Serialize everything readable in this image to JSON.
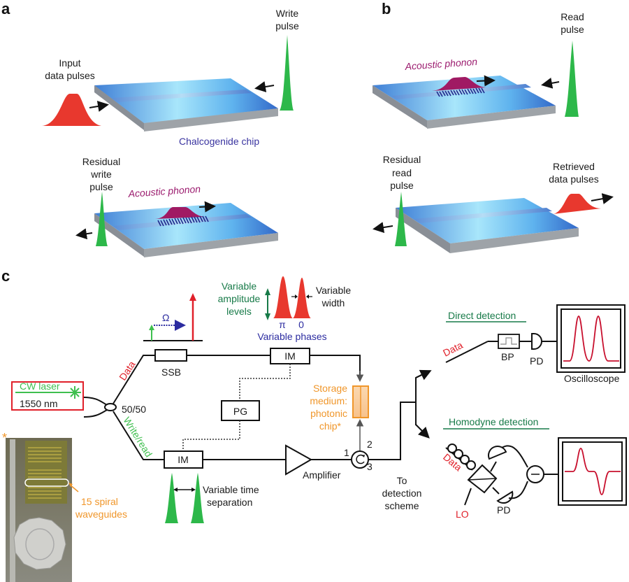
{
  "panels": {
    "a": {
      "label": "a",
      "write_pulse": [
        "Write",
        "pulse"
      ],
      "input_pulses": [
        "Input",
        "data pulses"
      ],
      "chip_label": "Chalcogenide chip",
      "residual_write": [
        "Residual",
        "write",
        "pulse"
      ],
      "acoustic_phonon": "Acoustic phonon"
    },
    "b": {
      "label": "b",
      "read_pulse": [
        "Read",
        "pulse"
      ],
      "acoustic_phonon": "Acoustic phonon",
      "residual_read": [
        "Residual",
        "read",
        "pulse"
      ],
      "retrieved": [
        "Retrieved",
        "data pulses"
      ]
    },
    "c": {
      "label": "c",
      "laser": [
        "CW laser",
        "1550 nm"
      ],
      "splitter": "50/50",
      "branch_data": "Data",
      "branch_writeread": "Write/read",
      "omega": "Ω",
      "ssb": "SSB",
      "im_top": "IM",
      "im_bottom": "IM",
      "pg": "PG",
      "amplitude": [
        "Variable",
        "amplitude",
        "levels"
      ],
      "width": [
        "Variable",
        "width"
      ],
      "phase_pi": "π",
      "phase_0": "0",
      "phases": "Variable phases",
      "storage": [
        "Storage",
        "medium:",
        "photonic",
        "chip*"
      ],
      "port1": "1",
      "port2": "2",
      "port3": "3",
      "amplifier": "Amplifier",
      "to_detection": [
        "To",
        "detection",
        "scheme"
      ],
      "time_sep": [
        "Variable time",
        "separation"
      ],
      "spiral": [
        "15 spiral",
        "waveguides"
      ],
      "asterisk": "*",
      "direct_detection": "Direct detection",
      "data_direct": "Data",
      "bp": "BP",
      "pd_direct": "PD",
      "oscilloscope": "Oscilloscope",
      "homodyne_detection": "Homodyne detection",
      "data_homodyne": "Data",
      "lo": "LO",
      "pd_homodyne": "PD"
    }
  },
  "colors": {
    "data_red": "#e8382e",
    "pulse_green": "#2db84a",
    "phonon_magenta": "#a01a63",
    "chip_blue": "#3b7fd8",
    "storage_orange": "#f0962a",
    "label_green": "#177a48",
    "label_navy": "#2c2ca0"
  }
}
